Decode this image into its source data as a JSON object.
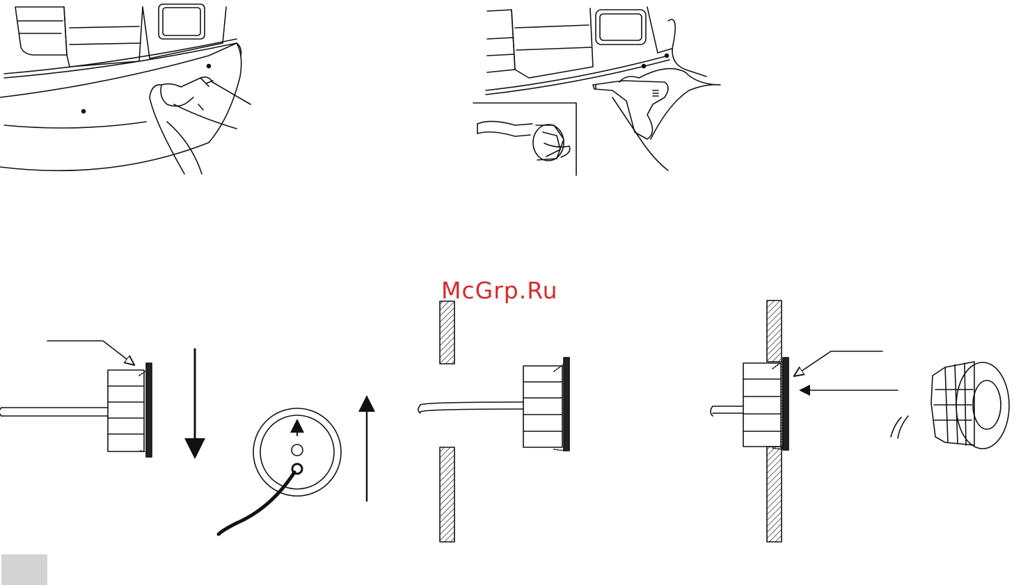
{
  "watermark": {
    "text": "McGrp.Ru",
    "color": "#d42a2a"
  },
  "colors": {
    "ink": "#111111",
    "hatch": "#222222",
    "page_tab": "#d3d3d3"
  },
  "icons": [
    "hands-peeling-protective-film",
    "drill-making-hole-in-bumper",
    "hole-saw-drill-bit",
    "sensor-with-rim-side-view",
    "sensor-rear-view-with-up-arrow",
    "bumper-wall-cross-section",
    "sensor-inserted-in-bumper",
    "sensor-3d-view"
  ]
}
